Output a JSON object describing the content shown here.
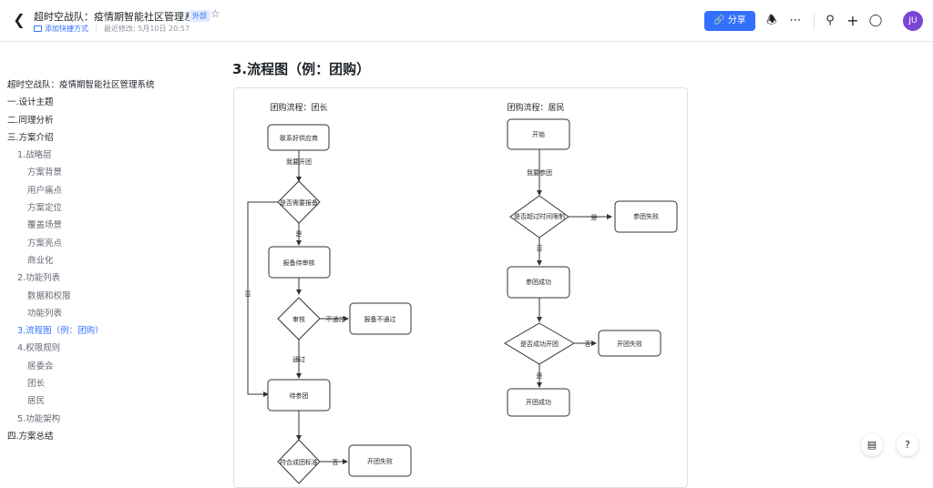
{
  "header": {
    "back_icon": "arrow-left-icon",
    "title": "超时空战队：疫情期智能社区管理系统",
    "badge": "外部",
    "add_shortcut": "添加快捷方式",
    "last_modified": "最近修改: 5月10日 20:57",
    "share_label": "分享",
    "avatar_text": "JU",
    "accent_color": "#3370ff"
  },
  "toc": {
    "items": [
      {
        "label": "超时空战队：疫情期智能社区管理系统",
        "level": 0
      },
      {
        "label": "一.设计主题",
        "level": 0
      },
      {
        "label": "二.同理分析",
        "level": 0
      },
      {
        "label": "三.方案介绍",
        "level": 0
      },
      {
        "label": "1.战略层",
        "level": 1
      },
      {
        "label": "方案背景",
        "level": 2
      },
      {
        "label": "用户痛点",
        "level": 2
      },
      {
        "label": "方案定位",
        "level": 2
      },
      {
        "label": "覆盖场景",
        "level": 2
      },
      {
        "label": "方案亮点",
        "level": 2
      },
      {
        "label": "商业化",
        "level": 2
      },
      {
        "label": "2.功能列表",
        "level": 1
      },
      {
        "label": "数据和权限",
        "level": 2
      },
      {
        "label": "功能列表",
        "level": 2
      },
      {
        "label": "3.流程图（例：团购）",
        "level": 1,
        "active": true
      },
      {
        "label": "4.权限规则",
        "level": 1
      },
      {
        "label": "居委会",
        "level": 2
      },
      {
        "label": "团长",
        "level": 2
      },
      {
        "label": "居民",
        "level": 2
      },
      {
        "label": "5.功能架构",
        "level": 1
      },
      {
        "label": "四.方案总结",
        "level": 0
      }
    ]
  },
  "main": {
    "heading": "3.流程图（例：团购）"
  },
  "flowchart": {
    "leader": {
      "title": "团购流程：团长",
      "step1": "联系好供应商",
      "edge1": "我要开团",
      "decision1": "是否需要报备",
      "yes1": "是",
      "no1": "否",
      "step2": "报备待审核",
      "decision2": "审核",
      "reject_label": "不通过",
      "reject": "报备不通过",
      "pass_label": "通过",
      "step3": "待参团",
      "decision3": "符合成团标准",
      "no3": "否",
      "fail": "开团失败"
    },
    "resident": {
      "title": "团购流程：居民",
      "start": "开始",
      "edge1": "我要参团",
      "decision1": "是否超过时间限制",
      "yes1": "是",
      "fail1": "参团失败",
      "no1": "否",
      "step2": "参团成功",
      "decision2": "是否成功开团",
      "no2": "否",
      "fail2": "开团失败",
      "yes2": "是",
      "success": "开团成功"
    }
  }
}
